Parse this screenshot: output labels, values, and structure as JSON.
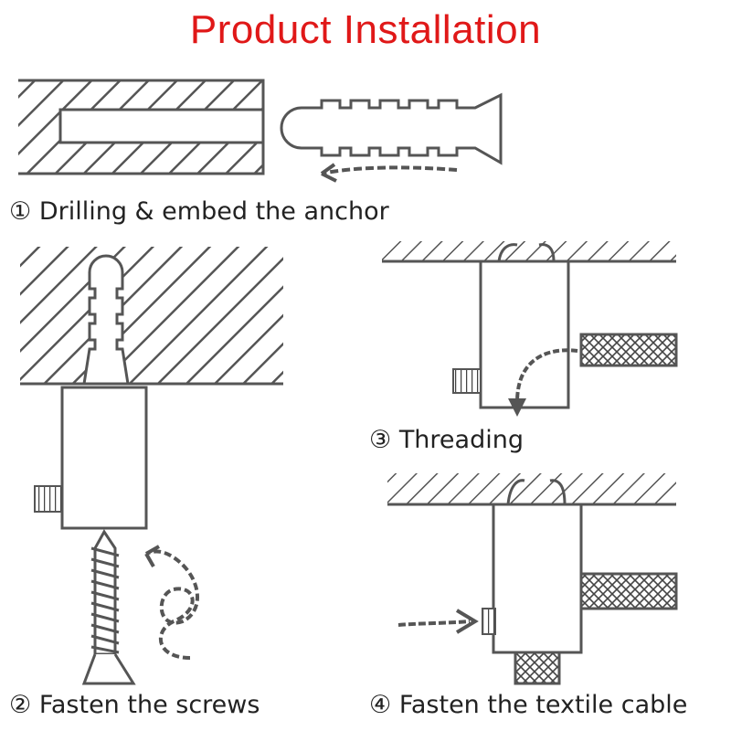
{
  "title": "Product Installation",
  "steps": [
    {
      "marker": "①",
      "text": "Drilling & embed the anchor"
    },
    {
      "marker": "②",
      "text": "Fasten the screws"
    },
    {
      "marker": "③",
      "text": "Threading"
    },
    {
      "marker": "④",
      "text": "Fasten the textile cable"
    }
  ],
  "colors": {
    "title": "#e01818",
    "line": "#555555",
    "text": "#222222"
  }
}
